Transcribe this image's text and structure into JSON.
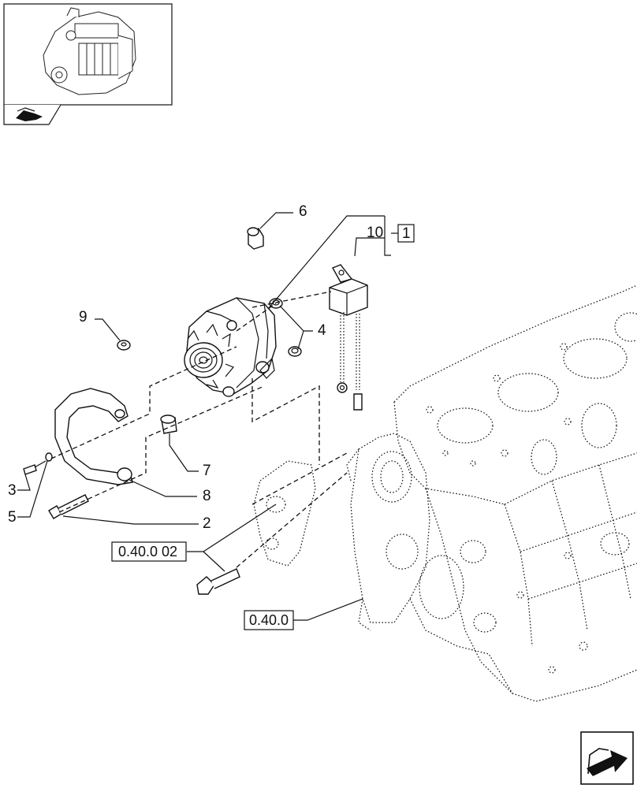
{
  "callouts": {
    "c1": "1",
    "c2": "2",
    "c3": "3",
    "c4": "4",
    "c5": "5",
    "c6": "6",
    "c7": "7",
    "c8": "8",
    "c9": "9",
    "c10": "10"
  },
  "references": {
    "ref_bracket": "0.40.0 02",
    "ref_block": "0.40.0"
  },
  "icons": {
    "thumbnail": "engine-thumbnail-icon",
    "nav_back": "book-arrow-icon",
    "nav_next": "next-page-arrow-icon"
  }
}
